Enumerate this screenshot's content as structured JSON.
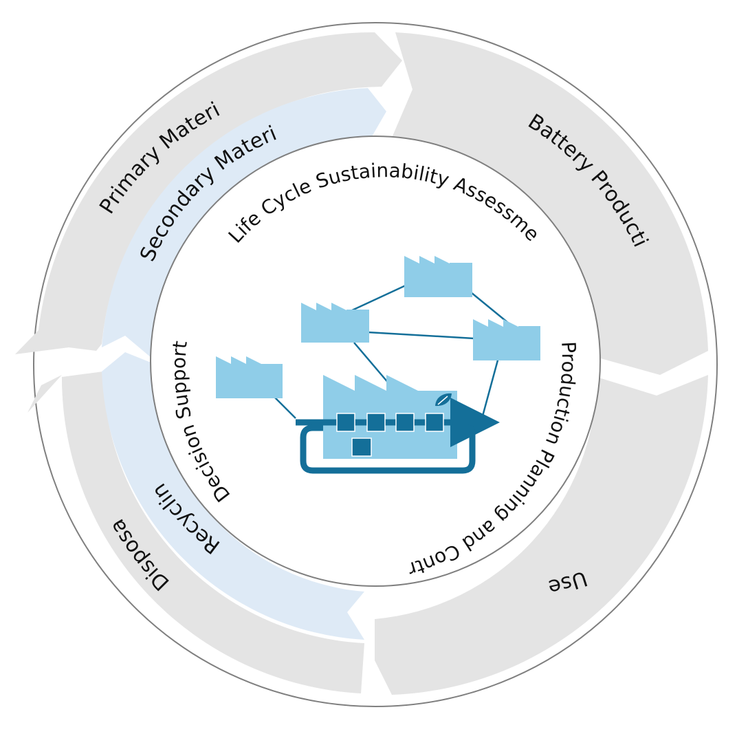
{
  "title": "Life Cycle Sustainability Assessment",
  "outer_ring": {
    "labels": {
      "primary_materials": "Primary Materials",
      "battery_production": "Battery Production",
      "use": "Use",
      "disposal": "Disposal"
    }
  },
  "inner_ring": {
    "labels": {
      "secondary_materials": "Secondary Materials",
      "recycling": "Recycling"
    }
  },
  "center": {
    "labels": {
      "decision_support": "Decision Support",
      "production_planning": "Production Planning and Control"
    }
  },
  "colors": {
    "outer_arrows": "#e4e4e4",
    "inner_arrows": "#deeaf6",
    "factory": "#8fcde8",
    "flow": "#146f99",
    "ring_stroke": "#7f7f7f"
  },
  "icons": [
    "factory-icon",
    "leaf-icon",
    "process-step-icon"
  ]
}
